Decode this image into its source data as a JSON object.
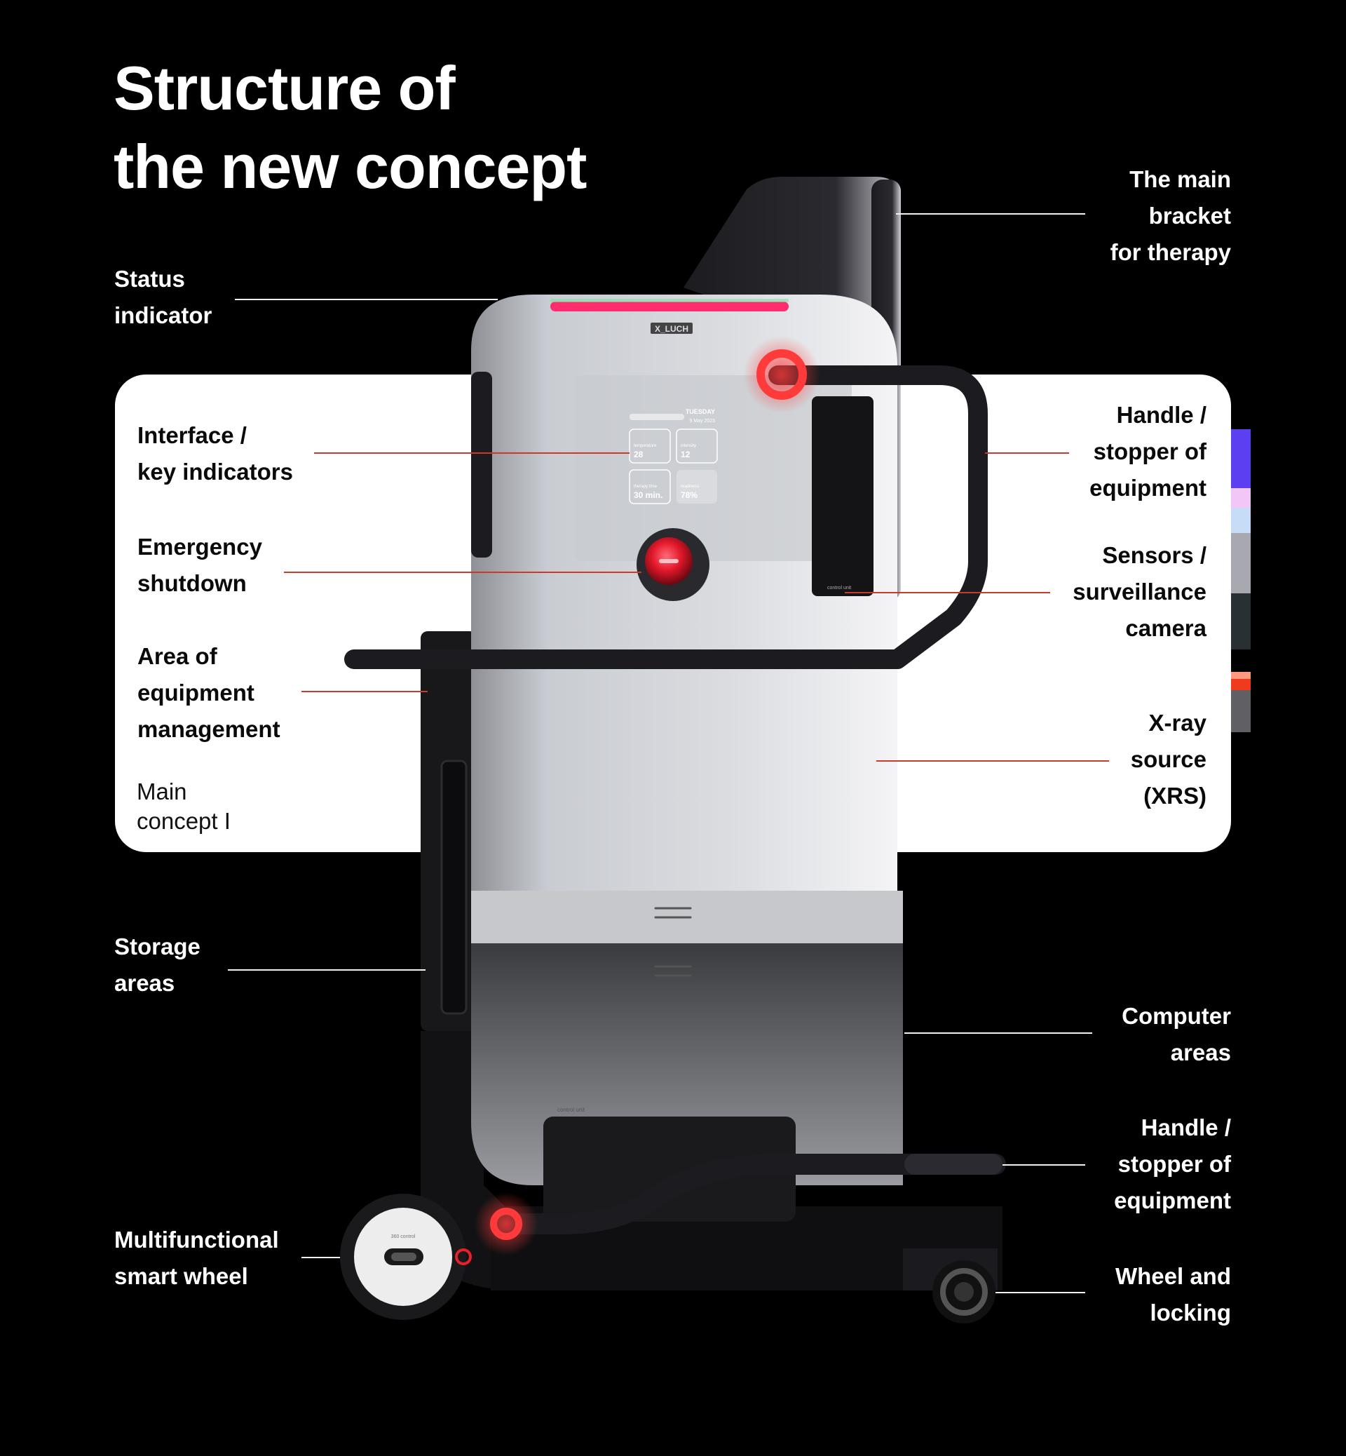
{
  "title": {
    "line1": "Structure of",
    "line2": "the new concept"
  },
  "callouts": {
    "main_bracket": [
      "The main",
      "bracket",
      "for therapy"
    ],
    "status_indicator": [
      "Status",
      "indicator"
    ],
    "interface": [
      "Interface /",
      "key indicators"
    ],
    "emergency": [
      "Emergency",
      "shutdown"
    ],
    "management": [
      "Area of",
      "equipment",
      "management"
    ],
    "handle_top": [
      "Handle /",
      "stopper of",
      "equipment"
    ],
    "sensors": [
      "Sensors /",
      "surveillance",
      "camera"
    ],
    "xray": [
      "X-ray",
      "source",
      "(XRS)"
    ],
    "storage": [
      "Storage",
      "areas"
    ],
    "computer": [
      "Computer",
      "areas"
    ],
    "handle_bottom": [
      "Handle /",
      "stopper of",
      "equipment"
    ],
    "smart_wheel": [
      "Multifunctional",
      "smart wheel"
    ],
    "wheel_locking": [
      "Wheel and",
      "locking"
    ]
  },
  "caption": [
    "Main",
    "concept I"
  ],
  "device": {
    "brand": "X_LUCH",
    "screen_day": "TUESDAY",
    "screen_date": "9 May 2023",
    "tiles": [
      {
        "label": "temperature",
        "value": "28"
      },
      {
        "label": "intensity",
        "value": "12"
      },
      {
        "label": "therapy time",
        "value": "30 min."
      },
      {
        "label": "readiness",
        "value": "78%"
      }
    ],
    "control_unit_label": "control unit",
    "wheel_label": "360 control"
  },
  "colors": {
    "background": "#000000",
    "panel": "#ffffff",
    "accent_red": "#e8202a",
    "status_pink": "#ff2d6f",
    "leader_red": "#c83a2a"
  },
  "swatches": [
    "#5b3ff0",
    "#f2c7f7",
    "#c6dcf7",
    "#a8a8b0",
    "#283033",
    "#000000",
    "#ff9a80",
    "#ef3a1e",
    "#5f5f64"
  ]
}
